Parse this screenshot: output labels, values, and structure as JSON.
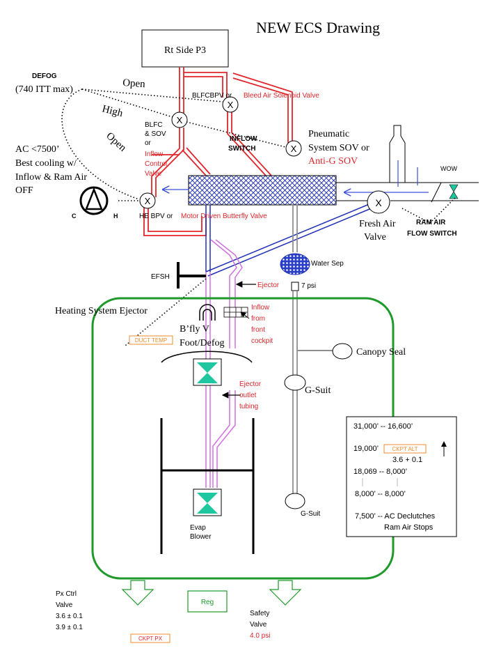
{
  "title": "NEW ECS Drawing",
  "rt_side_p3": "Rt Side P3",
  "defog_label": "DEFOG",
  "defog_itt": "(740 ITT max)",
  "open_top": "Open",
  "high_label": "High",
  "open_left": "Open",
  "blfcbpv_or": "BLFCBPV or",
  "bleed_air_solenoid": "Bleed Air Solenoid Valve",
  "blfc_sov_lines": [
    "BLFC",
    "& SOV",
    "or"
  ],
  "inflow_control_lines": [
    "Inflow",
    "Control",
    "Valve"
  ],
  "inflow_switch_lines": [
    "INFLOW",
    "SWITCH"
  ],
  "pneumatic_lines": [
    "Pneumatic",
    "System SOV or"
  ],
  "anti_g_sov": "Anti-G SOV",
  "ac_lines": [
    "AC <7500’",
    "Best cooling  w/",
    "Inflow & Ram Air",
    "OFF"
  ],
  "c_label": "C",
  "h_label": "H",
  "he_bpv_or": "HE BPV or",
  "motor_driven": "Motor Driven Butterfly Valve",
  "wow": "WOW",
  "fresh_air_lines": [
    "Fresh Air",
    "Valve"
  ],
  "ram_air_lines": [
    "RAM AIR",
    "FLOW SWITCH"
  ],
  "valve_mark": "X",
  "water_sep": "Water Sep",
  "efsh": "EFSH",
  "ejector": "Ejector",
  "seven_psi": "7 psi",
  "heating_system_ejector": "Heating System Ejector",
  "inflow_front_lines": [
    "Inflow",
    "from",
    "front",
    "cockpit"
  ],
  "bfly_v": "B’fly V",
  "foot_defog": "Foot/Defog",
  "duct_temp": "DUCT TEMP",
  "canopy_seal": "Canopy Seal",
  "g_suit_upper": "G-Suit",
  "g_suit_lower": "G-Suit",
  "ejector_outlet_lines": [
    "Ejector",
    "outlet",
    "tubing"
  ],
  "altitude_box": {
    "line1": "31,000’ -- 16,600’",
    "line2": "19,000’",
    "ckpt_alt": "CKPT ALT",
    "line3": "3.6 + 0.1",
    "line4": "18,069 -- 8,000’",
    "line5": "8,000’ -- 8,000’",
    "line6": "7,500’ -- AC Declutches",
    "line7": "Ram Air Stops"
  },
  "evap_blower_lines": [
    "Evap",
    "Blower"
  ],
  "px_ctrl_lines": [
    "Px Ctrl",
    "Valve",
    "3.6 ± 0.1",
    "3.9 ± 0.1"
  ],
  "reg": "Reg",
  "safety_valve_lines": [
    "Safety",
    "Valve"
  ],
  "safety_psi": "4.0 psi",
  "ckpt_px": "CKPT PX",
  "colors": {
    "bleed_red": "#e0262b",
    "text_red": "#e0262b",
    "pipe_blue": "#1f2fb5",
    "pipe_magenta": "#d070e0",
    "cockpit_green": "#1e9a2a",
    "valve_teal": "#1fc7a0",
    "label_orange": "#f08c2a",
    "arrow_blue": "#3a4fd8"
  }
}
